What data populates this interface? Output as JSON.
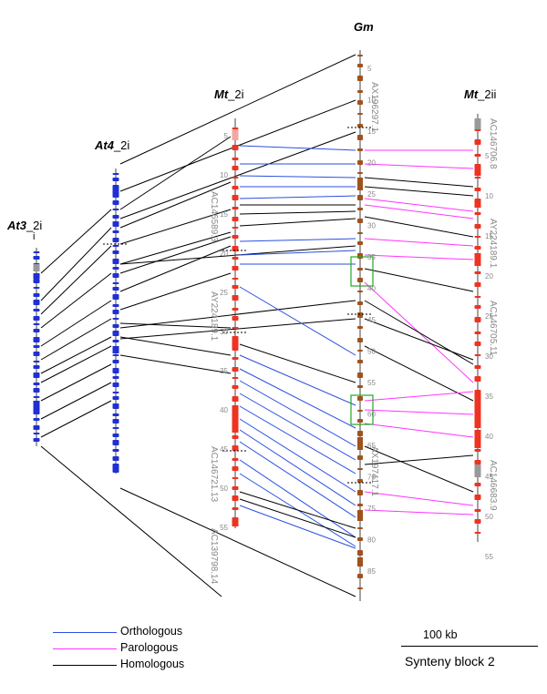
{
  "tracks": [
    {
      "key": "at3",
      "name": "At3",
      "suffix": "_2i",
      "extra": "i"
    },
    {
      "key": "at4",
      "name": "At4",
      "suffix": "_2i"
    },
    {
      "key": "mt2i",
      "name": "Mt",
      "suffix": "_2i"
    },
    {
      "key": "gm",
      "name": "Gm",
      "suffix": ""
    },
    {
      "key": "mt2ii",
      "name": "Mt",
      "suffix": "_2ii"
    }
  ],
  "gm_ticks": [
    "5",
    "10",
    "15",
    "20",
    "25",
    "30",
    "35",
    "40",
    "45",
    "50",
    "55",
    "60",
    "65",
    "70",
    "75",
    "80",
    "85"
  ],
  "gm_accessions": [
    "AX196297.1",
    "AX197417.1"
  ],
  "mt2i_ticks": [
    "5",
    "10",
    "15",
    "20",
    "25",
    "30",
    "35",
    "40",
    "45",
    "50",
    "55"
  ],
  "mt2i_accessions": [
    "AC146589.3",
    "AY224189.1",
    "AC146721.13",
    "AC139798.14"
  ],
  "mt2ii_ticks": [
    "5",
    "10",
    "15",
    "20",
    "25",
    "30",
    "35",
    "40",
    "45",
    "50",
    "55"
  ],
  "mt2ii_accessions": [
    "AC146706.8",
    "AY224189.1",
    "AC146705.11",
    "AC146683.9"
  ],
  "legend": [
    {
      "label": "Orthologous",
      "color": "#2a4fe0"
    },
    {
      "label": "Parologous",
      "color": "#ff33ff"
    },
    {
      "label": "Homologous",
      "color": "#000000"
    }
  ],
  "scale_label": "100 kb",
  "block_label": "Synteny block 2",
  "colors": {
    "orthologous": "#2a4fe0",
    "parologous": "#ff33ff",
    "homologous": "#000000",
    "at": "#1f2fd6",
    "mt": "#ee3322",
    "gm": "#a0521e",
    "gray": "#999999",
    "box": "#22aa22"
  }
}
